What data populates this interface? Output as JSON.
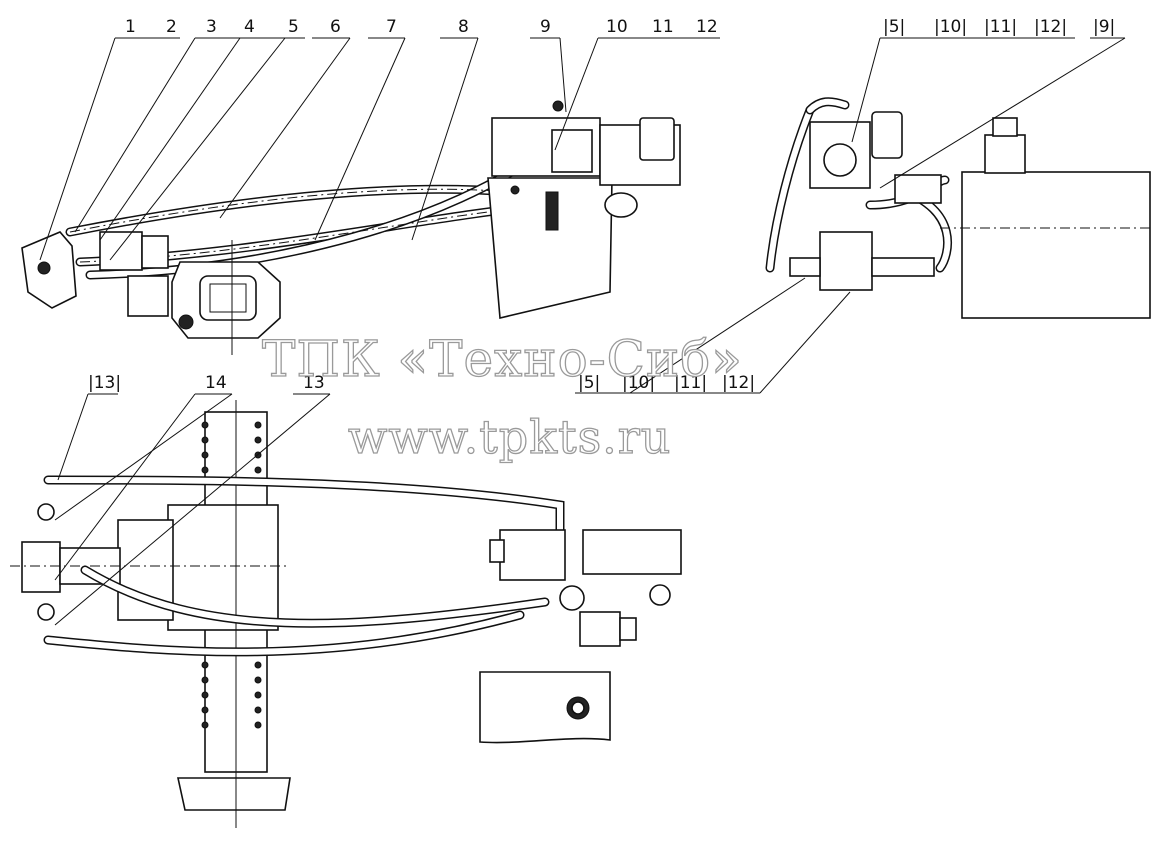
{
  "callouts_top_left": [
    "1",
    "2",
    "3",
    "4",
    "5",
    "6",
    "7",
    "8",
    "9",
    "10",
    "11",
    "12"
  ],
  "callouts_top_right": [
    "|5|",
    "|10|",
    "|11|",
    "|12|",
    "|9|"
  ],
  "callouts_mid_right": [
    "|5|",
    "|10|",
    "|11|",
    "|12|"
  ],
  "callouts_bottom_left": [
    "|13|",
    "14",
    "13"
  ],
  "watermark": {
    "company": "ТПК «Техно-Сиб»",
    "url": "www.tpkts.ru"
  },
  "colors": {
    "ink": "#111111",
    "watermark_outline": "#9a9a9a",
    "background": "#ffffff"
  }
}
